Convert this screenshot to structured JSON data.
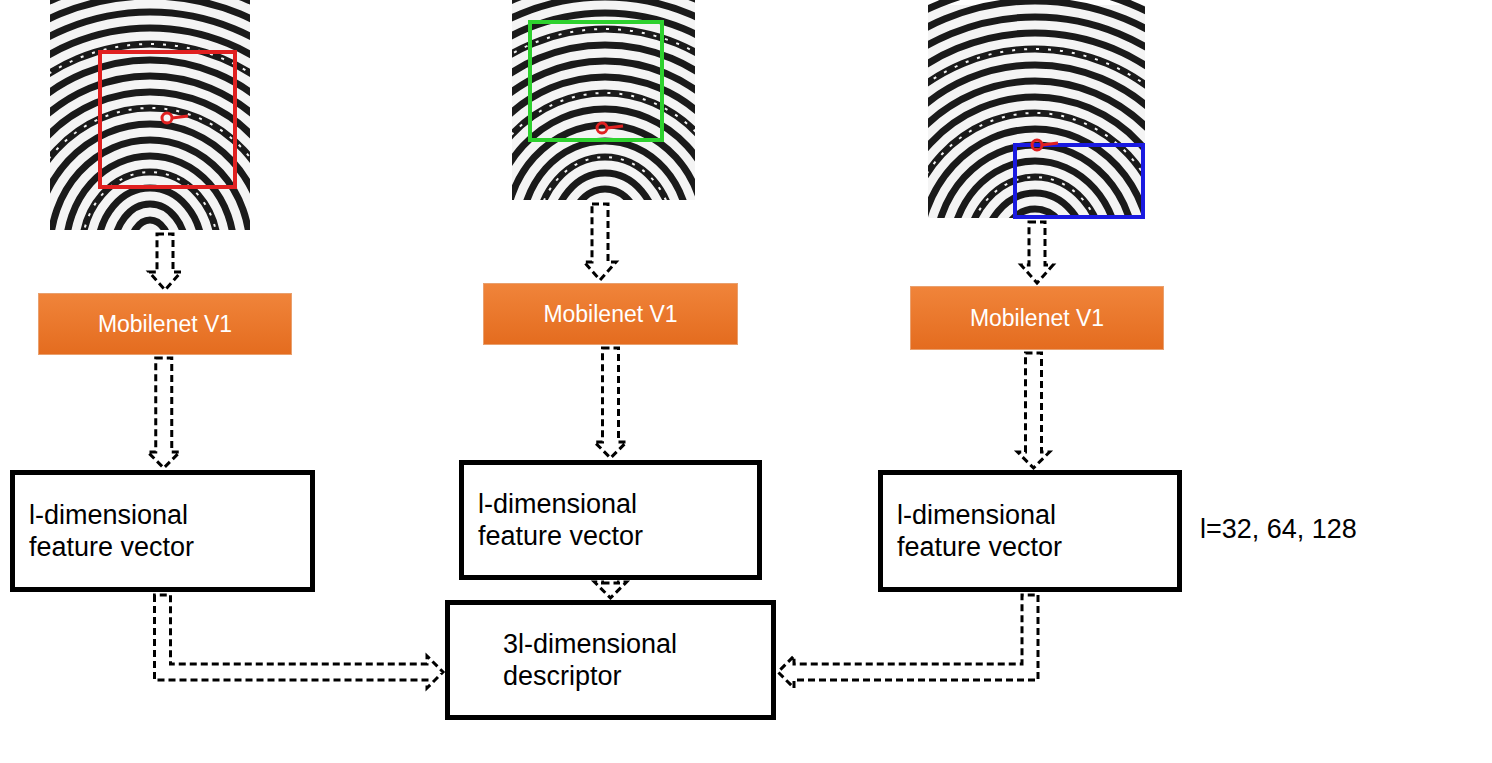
{
  "diagram": {
    "nodes": [
      {
        "text": [
          "Mobilenet V1"
        ]
      },
      {
        "text": [
          "Mobilenet V1"
        ]
      },
      {
        "text": [
          "Mobilenet V1"
        ]
      },
      {
        "text": [
          "l-dimensional feature vector"
        ]
      },
      {
        "text": [
          "l-dimensional feature vector"
        ]
      },
      {
        "text": [
          "l-dimensional feature vector"
        ]
      },
      {
        "text": [
          "3l-dimensional descriptor"
        ]
      }
    ],
    "edges": [
      {
        "from": 0,
        "to": 3,
        "arrow": "to"
      },
      {
        "from": 1,
        "to": 4,
        "arrow": "to"
      },
      {
        "from": 2,
        "to": 5,
        "arrow": "to"
      },
      {
        "from": 3,
        "to": 6,
        "arrow": "to"
      },
      {
        "from": 4,
        "to": 6,
        "arrow": "to"
      },
      {
        "from": 5,
        "to": 6,
        "arrow": "to"
      }
    ],
    "labels": [
      "l=32, 64, 128"
    ]
  }
}
